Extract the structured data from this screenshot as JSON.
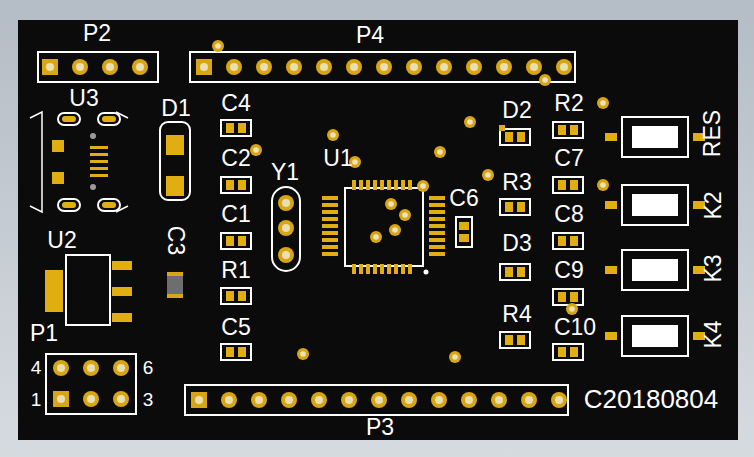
{
  "diagram": {
    "labels": [
      "P2",
      "P4",
      "U3",
      "D1",
      "C4",
      "D2",
      "R2",
      "RES",
      "C2",
      "U1",
      "C7",
      "Y1",
      "R3",
      "C6",
      "K2",
      "C1",
      "C8",
      "U2",
      "C3",
      "D3",
      "R1",
      "C9",
      "K3",
      "R4",
      "C5",
      "C10",
      "K4",
      "P1",
      "4",
      "6",
      "1",
      "3",
      "C20180804",
      "P3"
    ]
  }
}
